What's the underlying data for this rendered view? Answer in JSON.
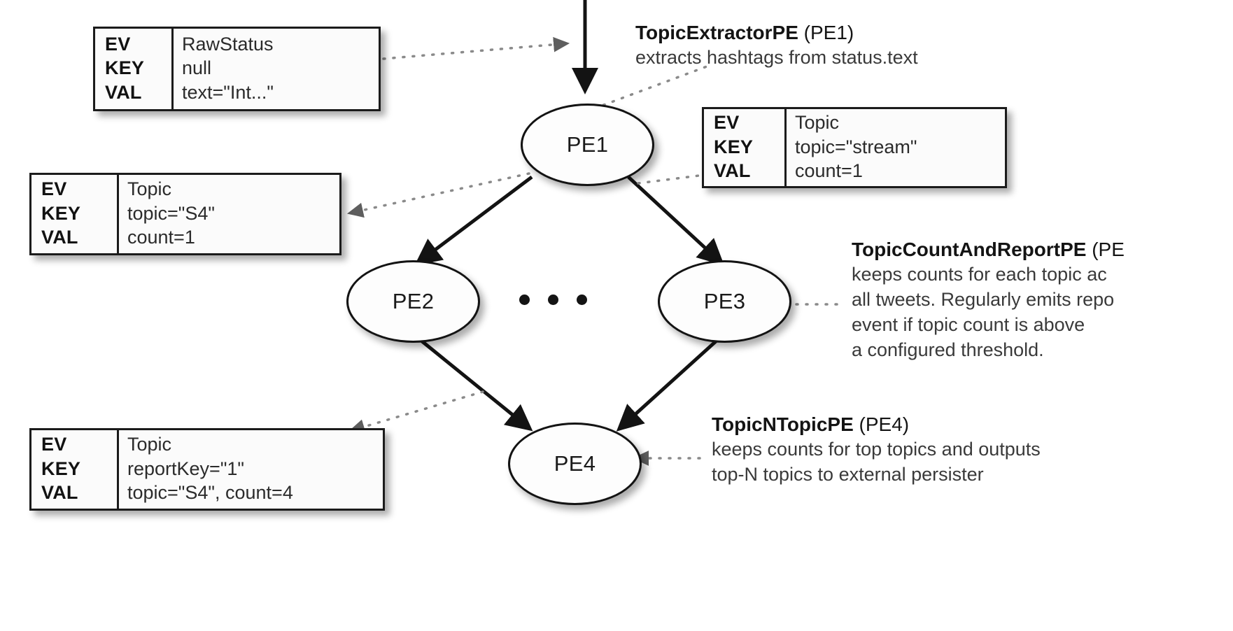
{
  "diagram": {
    "title": "S4 topic counting application PE graph",
    "nodes": [
      {
        "id": "PE1",
        "label": "PE1"
      },
      {
        "id": "PE2",
        "label": "PE2"
      },
      {
        "id": "PE3",
        "label": "PE3"
      },
      {
        "id": "PE4",
        "label": "PE4"
      }
    ],
    "ellipsis": "• • •",
    "row_labels": {
      "ev": "EV",
      "key": "KEY",
      "val": "VAL"
    },
    "event_tables": [
      {
        "name": "raw-status-event",
        "ev": "RawStatus",
        "key": "null",
        "val": "text=\"Int...\""
      },
      {
        "name": "topic-stream-event",
        "ev": "Topic",
        "key": "topic=\"stream\"",
        "val": "count=1"
      },
      {
        "name": "topic-s4-event",
        "ev": "Topic",
        "key": "topic=\"S4\"",
        "val": "count=1"
      },
      {
        "name": "topic-report-event",
        "ev": "Topic",
        "key": "reportKey=\"1\"",
        "val": "topic=\"S4\", count=4"
      }
    ],
    "annotations": [
      {
        "name": "topic-extractor-pe",
        "bold": "TopicExtractorPE",
        "suffix": " (PE1)",
        "lines": [
          "extracts hashtags from status.text"
        ]
      },
      {
        "name": "topic-count-and-report-pe",
        "bold": "TopicCountAndReportPE",
        "suffix": " (PE",
        "lines": [
          "keeps counts for each topic ac",
          "all tweets. Regularly emits repo",
          "event if topic count is above",
          "a configured threshold."
        ]
      },
      {
        "name": "topic-n-topic-pe",
        "bold": "TopicNTopicPE",
        "suffix": " (PE4)",
        "lines": [
          "keeps counts for top topics and outputs",
          "top-N topics to external persister"
        ]
      }
    ],
    "colors": {
      "stroke": "#131313",
      "background": "#ffffff",
      "value_text": "#2b2b2b",
      "annotation_body": "#3a3a3a"
    }
  }
}
